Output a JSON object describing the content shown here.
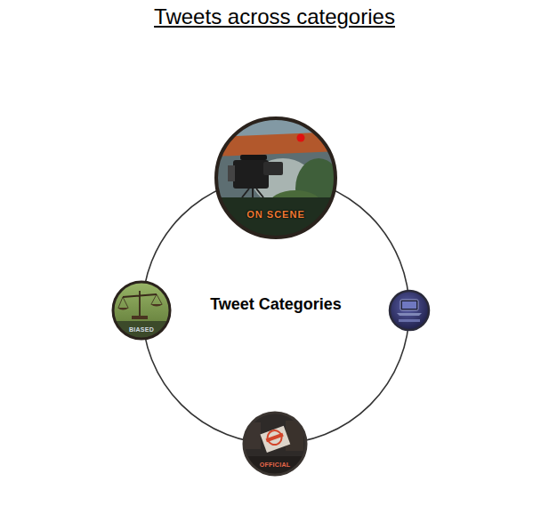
{
  "diagram": {
    "title": "Tweets across categories",
    "nodes": [
      {
        "text": [
          "ON SCENE"
        ]
      },
      {
        "text": [
          "BIASED"
        ]
      },
      {
        "text": [
          "Tweet Categories"
        ]
      },
      {
        "text": [
          "OFFICIAL"
        ]
      }
    ]
  }
}
